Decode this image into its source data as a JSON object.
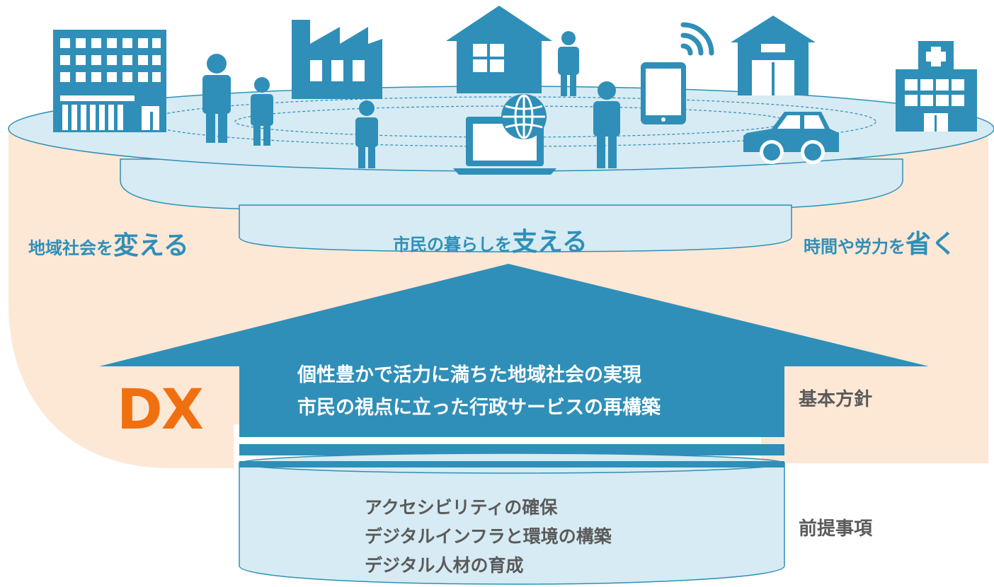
{
  "colors": {
    "accent_blue": "#2f8fb8",
    "light_blue": "#d6ebf3",
    "peach": "#fde8d6",
    "dx_orange": "#f07010",
    "text_gray": "#5a5a5a"
  },
  "icons": [
    "office-building-icon",
    "person-icon",
    "factory-icon",
    "house-icon",
    "tablet-icon",
    "wifi-icon",
    "shop-icon",
    "hospital-icon",
    "laptop-icon",
    "globe-icon",
    "car-icon"
  ],
  "outcomes": {
    "left": {
      "prefix": "地域社会を",
      "emphasis": "変える"
    },
    "center": {
      "prefix": "市民の暮らしを",
      "emphasis": "支える"
    },
    "right": {
      "prefix": "時間や労力を",
      "emphasis": "省く"
    }
  },
  "dx_label": "DX",
  "basic_policy": {
    "label": "基本方針",
    "items": [
      "個性豊かで活力に満ちた地域社会の実現",
      "市民の視点に立った行政サービスの再構築"
    ]
  },
  "prerequisites": {
    "label": "前提事項",
    "items": [
      "アクセシビリティの確保",
      "デジタルインフラと環境の構築",
      "デジタル人材の育成"
    ]
  }
}
